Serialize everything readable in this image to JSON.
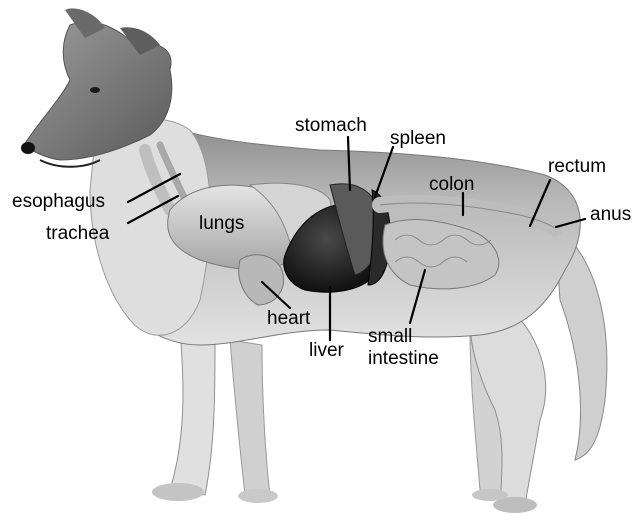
{
  "diagram": {
    "subject": "dog",
    "labels": {
      "stomach": "stomach",
      "spleen": "spleen",
      "esophagus": "esophagus",
      "trachea": "trachea",
      "lungs": "lungs",
      "colon": "colon",
      "rectum": "rectum",
      "anus": "anus",
      "heart": "heart",
      "liver": "liver",
      "small_intestine": "small\nintestine"
    }
  },
  "colors": {
    "label_text": "#000000",
    "leader_line": "#000000",
    "fur_light": "#d9d9d9",
    "fur_mid": "#9a9a9a",
    "organ_light": "#c8c8c8",
    "organ_dark": "#1e1e1e"
  }
}
